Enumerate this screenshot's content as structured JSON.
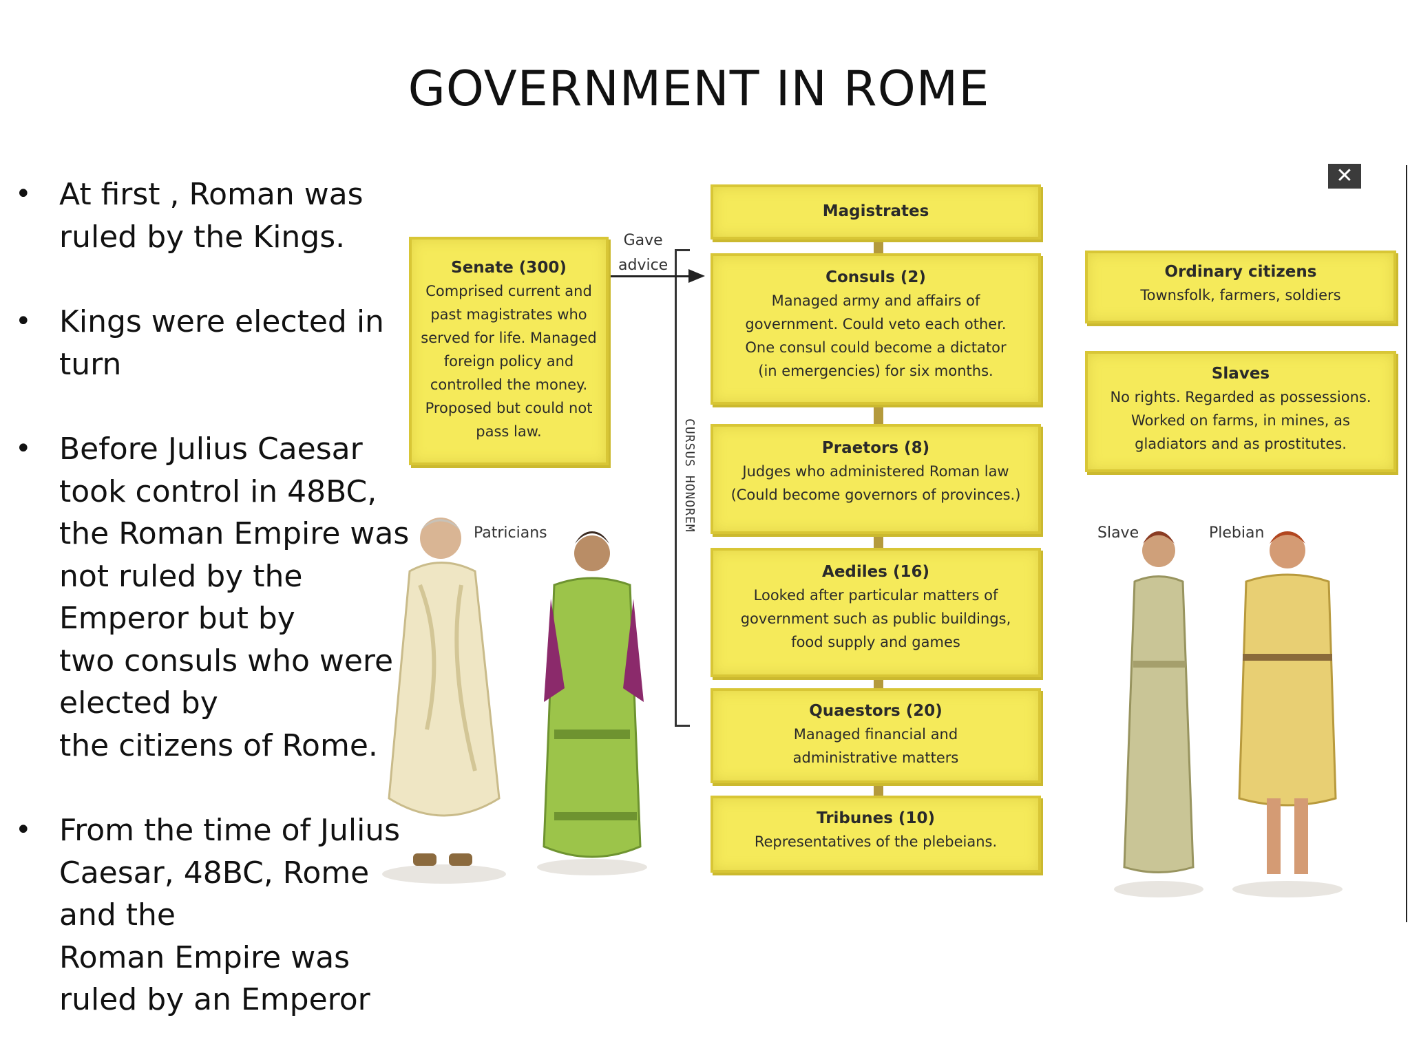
{
  "slide": {
    "title": "GOVERNMENT IN ROME",
    "bullets": [
      {
        "lines": [
          "At first , Roman was",
          "ruled by the Kings."
        ]
      },
      {
        "lines": [
          "Kings were elected in",
          "turn"
        ]
      },
      {
        "lines": [
          "Before Julius Caesar",
          "took control in 48BC,",
          "the Roman Empire was",
          "not ruled by the",
          "Emperor but by",
          "two consuls who were",
          "elected by",
          "the citizens of Rome."
        ]
      },
      {
        "lines": [
          "From the time of Julius",
          "Caesar, 48BC, Rome",
          "and the",
          "Roman Empire was",
          "ruled by an Emperor"
        ]
      }
    ]
  },
  "diagram": {
    "senate": {
      "title": "Senate (300)",
      "lines": [
        "Comprised current and",
        "past magistrates who",
        "served for life. Managed",
        "foreign policy and",
        "controlled the money.",
        "Proposed but could not",
        "pass law."
      ]
    },
    "gave_advice": [
      "Gave",
      "advice"
    ],
    "cursus": "CURSUS HONOREM",
    "magistrates": {
      "title": "Magistrates"
    },
    "consuls": {
      "title": "Consuls (2)",
      "lines": [
        "Managed army and affairs of",
        "government. Could veto each other.",
        "One consul could become a  dictator",
        "(in emergencies) for six months."
      ]
    },
    "praetors": {
      "title": "Praetors (8)",
      "lines": [
        "Judges who administered Roman law",
        "(Could become governors of provinces.)"
      ]
    },
    "aediles": {
      "title": "Aediles (16)",
      "lines": [
        "Looked after particular matters of",
        "government such as public buildings,",
        "food supply and games"
      ]
    },
    "quaestors": {
      "title": "Quaestors (20)",
      "lines": [
        "Managed financial and",
        "administrative matters"
      ]
    },
    "tribunes": {
      "title": "Tribunes (10)",
      "lines": [
        "Representatives of the plebeians."
      ]
    },
    "ordinary": {
      "title": "Ordinary citizens",
      "lines": [
        "Townsfolk, farmers, soldiers"
      ]
    },
    "slaves": {
      "title": "Slaves",
      "lines": [
        "No rights. Regarded as possessions.",
        "Worked on farms, in mines, as",
        "gladiators and as prostitutes."
      ]
    },
    "labels": {
      "patricians": "Patricians",
      "slave": "Slave",
      "plebian": "Plebian"
    }
  },
  "icons": {
    "close": "close-icon"
  },
  "colors": {
    "panel": "#f5ea5a",
    "panel_border": "#d8c636",
    "connector": "#b49a3c"
  }
}
